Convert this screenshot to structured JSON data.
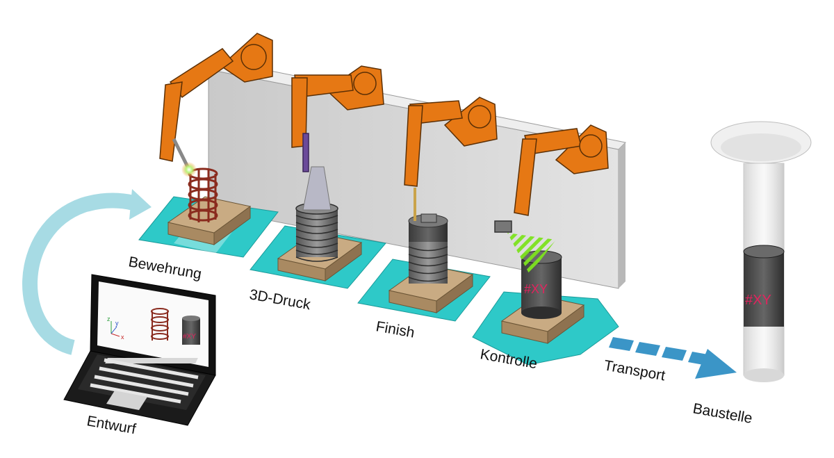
{
  "labels": {
    "entwurf": "Entwurf",
    "bewehrung": "Bewehrung",
    "druck": "3D-Druck",
    "finish": "Finish",
    "kontrolle": "Kontrolle",
    "transport": "Transport",
    "baustelle": "Baustelle"
  },
  "marker": "#XY",
  "axes": {
    "z": "z",
    "y": "y",
    "x": "x"
  },
  "colors": {
    "robot": "#e67814",
    "pallet": "#2ec9c8",
    "wall": "#d6d6d6",
    "arrow_light": "#a7dbe4",
    "arrow_blue": "#3b95c7",
    "brand": "#e0245e"
  },
  "icons": [
    "laptop-icon",
    "robot-arm-icon",
    "rebar-cage-icon",
    "curved-arrow-icon",
    "transport-arrow-icon"
  ]
}
